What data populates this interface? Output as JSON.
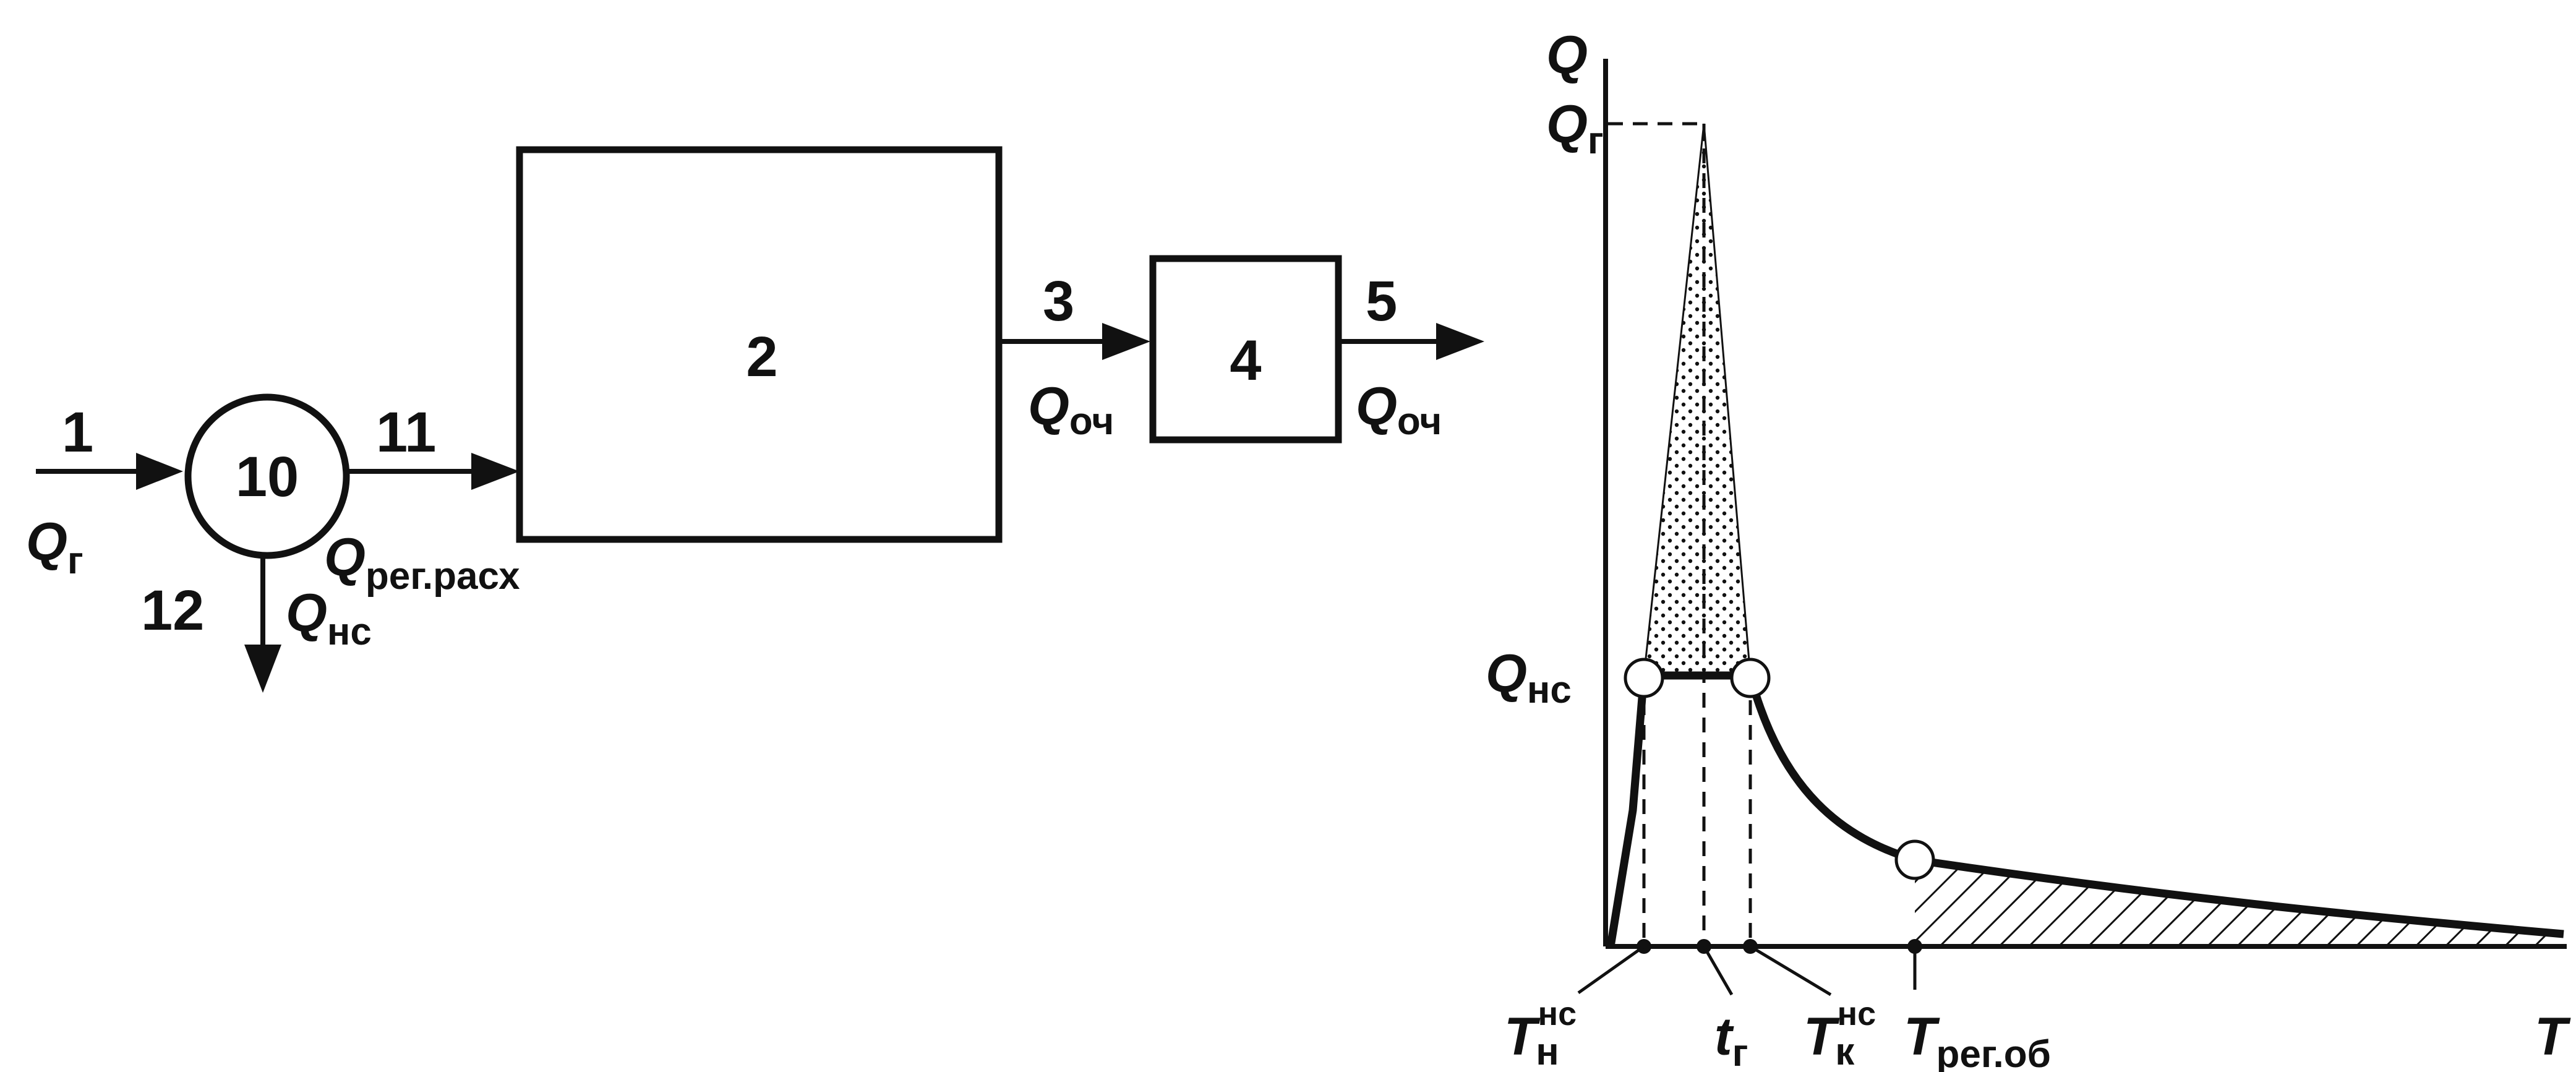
{
  "scheme": {
    "blocks": {
      "block_2": "2",
      "block_4": "4",
      "node_10": "10"
    },
    "stream_numbers": {
      "s1": "1",
      "s3": "3",
      "s5": "5",
      "s11": "11",
      "s12": "12"
    },
    "flow_labels": {
      "q_in": {
        "main": "Q",
        "sub": "г"
      },
      "q_reg": {
        "main": "Q",
        "sub": "рег.расх"
      },
      "q_ns": {
        "main": "Q",
        "sub": "нс"
      },
      "q_och_1": {
        "main": "Q",
        "sub": "оч"
      },
      "q_och_2": {
        "main": "Q",
        "sub": "оч"
      }
    }
  },
  "hydrograph": {
    "y_axis_label": "Q",
    "x_axis_label": "T",
    "y_marks": {
      "q_peak": {
        "main": "Q",
        "sub": "г"
      },
      "q_ns": {
        "main": "Q",
        "sub": "нс"
      }
    },
    "x_marks": {
      "t_n_ns": {
        "main": "T",
        "sup": "нс",
        "sub": "н"
      },
      "t_g": {
        "main": "t",
        "sub": "г"
      },
      "t_k_ns": {
        "main": "T",
        "sup": "нс",
        "sub": "к"
      },
      "t_reg": {
        "main": "T",
        "sub": "рег.об"
      }
    }
  }
}
